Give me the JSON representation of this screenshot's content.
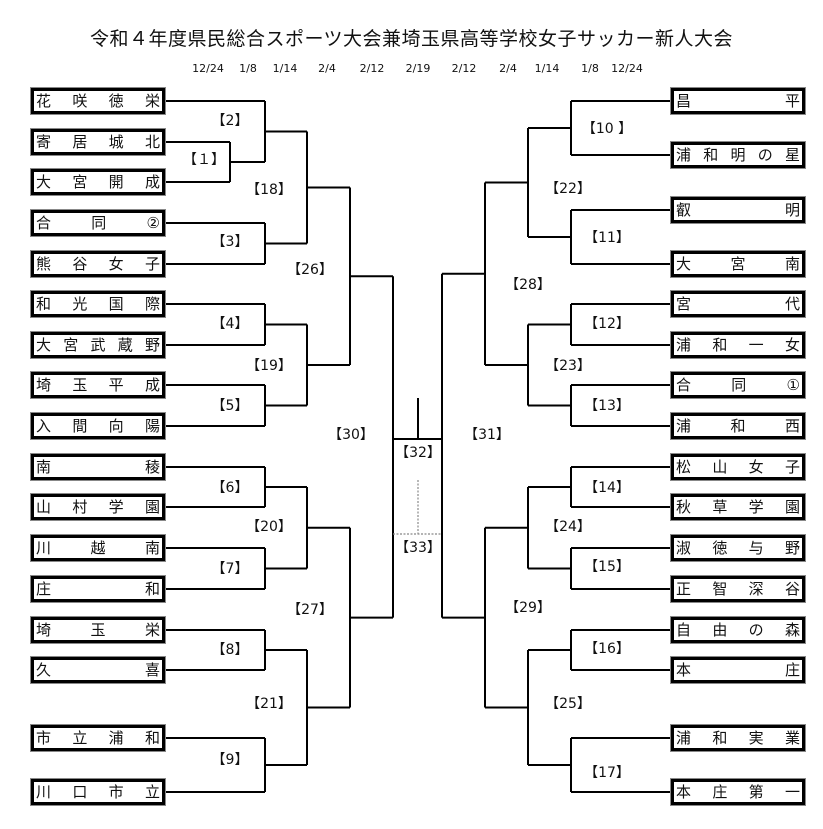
{
  "title": "令和４年度県民総合スポーツ大会兼埼玉県高等学校女子サッカー新人大会",
  "dates": [
    "12/24",
    "1/8",
    "1/14",
    "2/4",
    "2/12",
    "2/19",
    "2/12",
    "2/4",
    "1/14",
    "1/8",
    "12/24"
  ],
  "left_teams": [
    {
      "name": [
        "花",
        "咲",
        "徳",
        "栄"
      ]
    },
    {
      "name": [
        "寄",
        "居",
        "城",
        "北"
      ]
    },
    {
      "name": [
        "大",
        "宮",
        "開",
        "成"
      ]
    },
    {
      "name": [
        "合",
        "同",
        "②"
      ]
    },
    {
      "name": [
        "熊",
        "谷",
        "女",
        "子"
      ]
    },
    {
      "name": [
        "和",
        "光",
        "国",
        "際"
      ]
    },
    {
      "name": [
        "大",
        "宮",
        "武",
        "蔵",
        "野"
      ]
    },
    {
      "name": [
        "埼",
        "玉",
        "平",
        "成"
      ]
    },
    {
      "name": [
        "入",
        "間",
        "向",
        "陽"
      ]
    },
    {
      "name": [
        "南",
        "稜"
      ]
    },
    {
      "name": [
        "山",
        "村",
        "学",
        "園"
      ]
    },
    {
      "name": [
        "川",
        "越",
        "南"
      ]
    },
    {
      "name": [
        "庄",
        "和"
      ]
    },
    {
      "name": [
        "埼",
        "玉",
        "栄"
      ]
    },
    {
      "name": [
        "久",
        "喜"
      ]
    },
    {
      "name": [
        "市",
        "立",
        "浦",
        "和"
      ]
    },
    {
      "name": [
        "川",
        "口",
        "市",
        "立"
      ]
    }
  ],
  "right_teams": [
    {
      "name": [
        "昌",
        "平"
      ]
    },
    {
      "name": [
        "浦",
        "和",
        "明",
        "の",
        "星"
      ]
    },
    {
      "name": [
        "叡",
        "明"
      ]
    },
    {
      "name": [
        "大",
        "宮",
        "南"
      ]
    },
    {
      "name": [
        "宮",
        "代"
      ]
    },
    {
      "name": [
        "浦",
        "和",
        "一",
        "女"
      ]
    },
    {
      "name": [
        "合",
        "同",
        "①"
      ]
    },
    {
      "name": [
        "浦",
        "和",
        "西"
      ]
    },
    {
      "name": [
        "松",
        "山",
        "女",
        "子"
      ]
    },
    {
      "name": [
        "秋",
        "草",
        "学",
        "園"
      ]
    },
    {
      "name": [
        "淑",
        "徳",
        "与",
        "野"
      ]
    },
    {
      "name": [
        "正",
        "智",
        "深",
        "谷"
      ]
    },
    {
      "name": [
        "自",
        "由",
        "の",
        "森"
      ]
    },
    {
      "name": [
        "本",
        "庄"
      ]
    },
    {
      "name": [
        "浦",
        "和",
        "実",
        "業"
      ]
    },
    {
      "name": [
        "本",
        "庄",
        "第",
        "一"
      ]
    }
  ],
  "match_labels": {
    "m1": "【１】",
    "m2": "【2】",
    "m3": "【3】",
    "m4": "【4】",
    "m5": "【5】",
    "m6": "【6】",
    "m7": "【7】",
    "m8": "【8】",
    "m9": "【9】",
    "m10": "【10 】",
    "m11": "【11】",
    "m12": "【12】",
    "m13": "【13】",
    "m14": "【14】",
    "m15": "【15】",
    "m16": "【16】",
    "m17": "【17】",
    "m18": "【18】",
    "m19": "【19】",
    "m20": "【20】",
    "m21": "【21】",
    "m22": "【22】",
    "m23": "【23】",
    "m24": "【24】",
    "m25": "【25】",
    "m26": "【26】",
    "m27": "【27】",
    "m28": "【28】",
    "m29": "【29】",
    "m30": "【30】",
    "m31": "【31】",
    "m32": "【32】",
    "m33": "【33】"
  },
  "colors": {
    "line": "#000000",
    "dotted_line": "#888888"
  }
}
